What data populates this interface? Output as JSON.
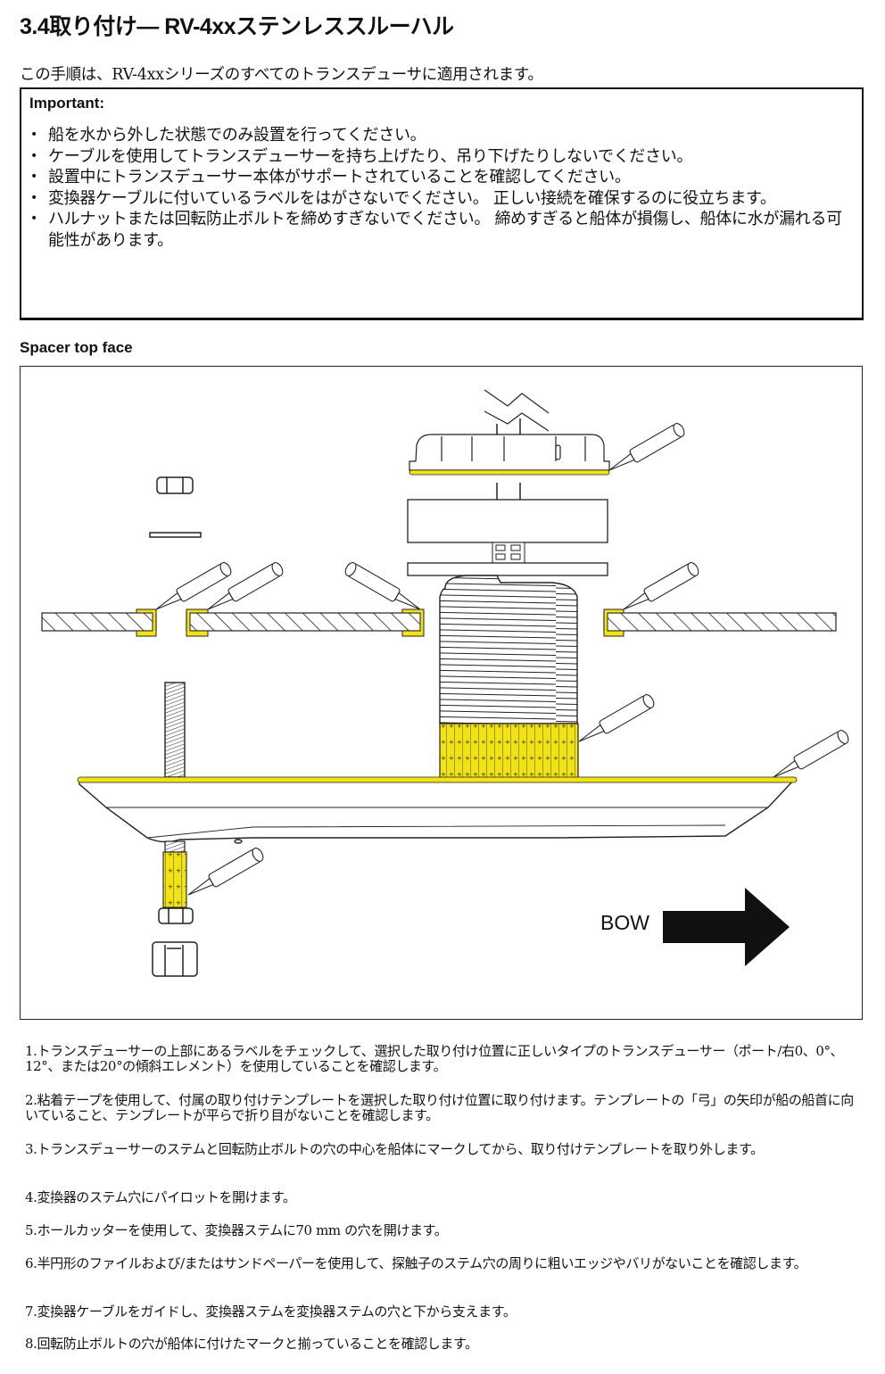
{
  "header": {
    "title": "3.4取り付け— RV-4xxステンレススルーハル",
    "intro": "この手順は、RV-4xxシリーズのすべてのトランスデューサに適用されます。"
  },
  "important": {
    "label": "Important:",
    "bullet_glyph": "•",
    "items": [
      "船を水から外した状態でのみ設置を行ってください。",
      "ケーブルを使用してトランスデューサーを持ち上げたり、吊り下げたりしないでください。",
      "設置中にトランスデューサー本体がサポートされていることを確認してください。",
      "変換器ケーブルに付いているラベルをはがさないでください。 正しい接続を確保するのに役立ちます。",
      "ハルナットまたは回転防止ボルトを締めすぎないでください。 締めすぎると船体が損傷し、船体に水が漏れる可能性があります。"
    ]
  },
  "figure": {
    "caption": "Spacer top face",
    "bow_label": "BOW",
    "colors": {
      "sealant": "#f2e316",
      "line": "#111111",
      "background": "#ffffff"
    }
  },
  "steps": [
    "1.トランスデューサーの上部にあるラベルをチェックして、選択した取り付け位置に正しいタイプのトランスデューサー（ポート/右0、0°、12°、または20°の傾斜エレメント）を使用していることを確認します。",
    "2.粘着テープを使用して、付属の取り付けテンプレートを選択した取り付け位置に取り付けます。テンプレートの「弓」の矢印が船の船首に向いていること、テンプレートが平らで折り目がないことを確認します。",
    "3.トランスデューサーのステムと回転防止ボルトの穴の中心を船体にマークしてから、取り付けテンプレートを取り外します。",
    "4.変換器のステム穴にパイロットを開けます。",
    "5.ホールカッターを使用して、変換器ステムに70 mm の穴を開けます。",
    "6.半円形のファイルおよび/またはサンドペーパーを使用して、探触子のステム穴の周りに粗いエッジやバリがないことを確認します。",
    "7.変換器ケーブルをガイドし、変換器ステムを変換器ステムの穴と下から支えます。",
    "8.回転防止ボルトの穴が船体に付けたマークと揃っていることを確認します。"
  ]
}
